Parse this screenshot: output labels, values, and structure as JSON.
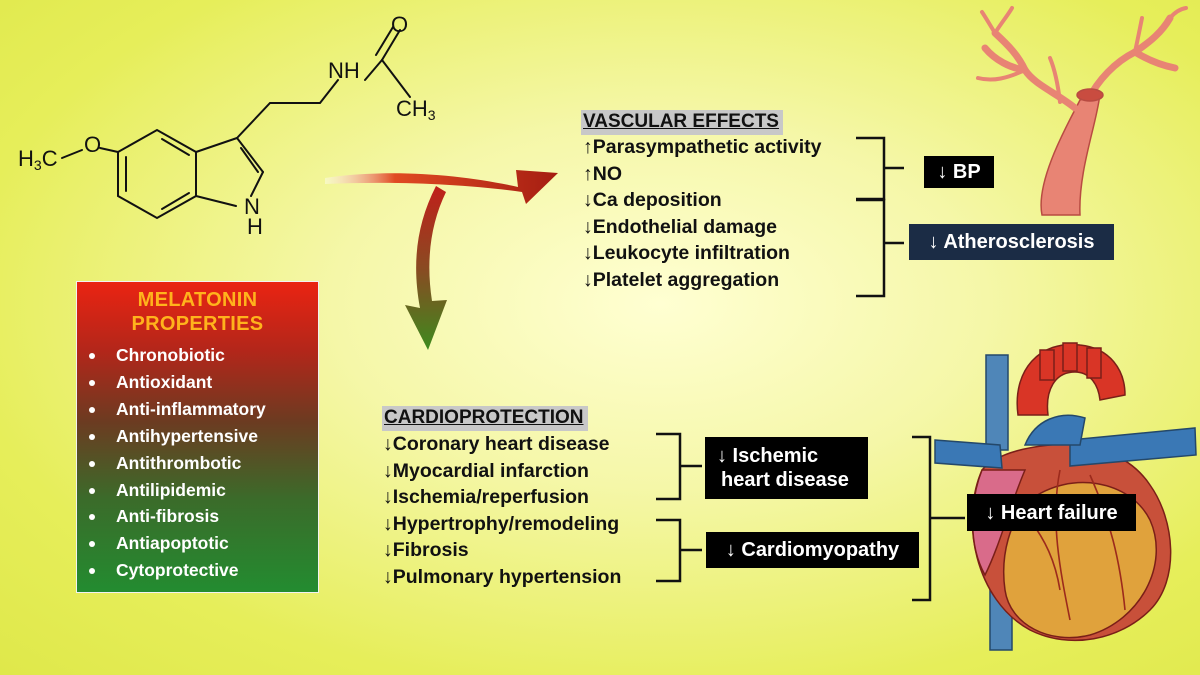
{
  "molecule": {
    "methoxy_label": "H3C",
    "methoxy_main": "H",
    "methoxy_sub": "3",
    "methoxy_c": "C",
    "oxygen_label": "O",
    "indole_nh_n": "N",
    "indole_nh_h": "H",
    "amide_nh": "NH",
    "carbonyl_o": "O",
    "methyl_main": "CH",
    "methyl_sub": "3"
  },
  "properties": {
    "title_line1": "MELATONIN",
    "title_line2": "PROPERTIES",
    "items": [
      "Chronobiotic",
      "Antioxidant",
      "Anti-inflammatory",
      "Antihypertensive",
      "Antithrombotic",
      "Antilipidemic",
      "Anti-fibrosis",
      "Antiapoptotic",
      "Cytoprotective"
    ]
  },
  "vascular": {
    "header": "VASCULAR EFFECTS",
    "items": [
      "↑Parasympathetic activity",
      "↑NO",
      "↓Ca deposition",
      "↓Endothelial damage",
      "↓Leukocyte infiltration",
      "↓Platelet aggregation"
    ],
    "outcome_bp": "↓ BP",
    "outcome_athero": "↓ Atherosclerosis"
  },
  "cardio": {
    "header": "CARDIOPROTECTION",
    "items": [
      "↓Coronary heart disease",
      "↓Myocardial infarction",
      "↓Ischemia/reperfusion",
      "↓Hypertrophy/remodeling",
      "↓Fibrosis",
      "↓Pulmonary hypertension"
    ],
    "outcome_ischemic_1": "↓ Ischemic",
    "outcome_ischemic_2": "heart disease",
    "outcome_cardiomyopathy": "↓ Cardiomyopathy",
    "outcome_heart_failure": "↓ Heart failure"
  },
  "colors": {
    "arrow_start": "#c0201a",
    "arrow_end": "#3d8a1e",
    "background": "#e9ef5c",
    "outcome_box": "#000000",
    "atherosclerosis_box": "#1b2c45",
    "properties_title": "#ffb31c"
  },
  "icons": [
    "melatonin-structure",
    "curved-arrow-right",
    "curved-arrow-down",
    "artery-illustration",
    "heart-illustration"
  ]
}
